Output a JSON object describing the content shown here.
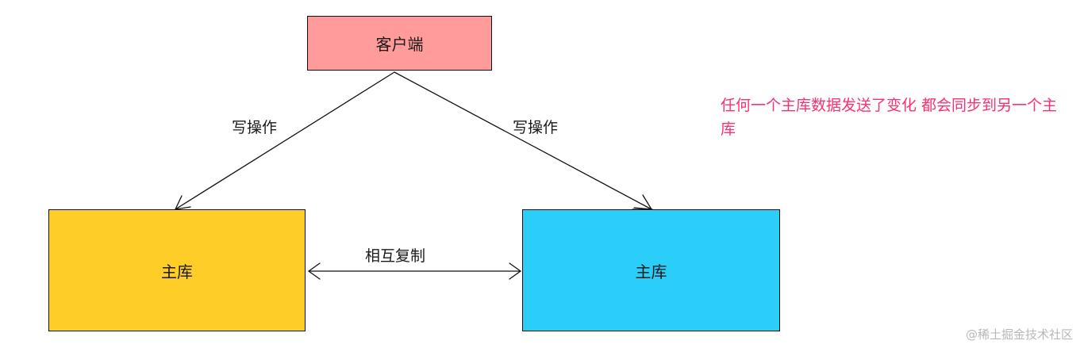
{
  "nodes": {
    "client": {
      "label": "客户端",
      "fill": "#ff9b9b"
    },
    "master_left": {
      "label": "主库",
      "fill": "#ffcd28"
    },
    "master_right": {
      "label": "主库",
      "fill": "#2bcdf9"
    }
  },
  "edges": {
    "write_left": {
      "label": "写操作"
    },
    "write_right": {
      "label": "写操作"
    },
    "replicate": {
      "label": "相互复制"
    }
  },
  "note": {
    "text": "任何一个主库数据发送了变化 都会同步到另一个主库",
    "color": "#ff2f6e"
  },
  "watermark": "@稀土掘金技术社区"
}
